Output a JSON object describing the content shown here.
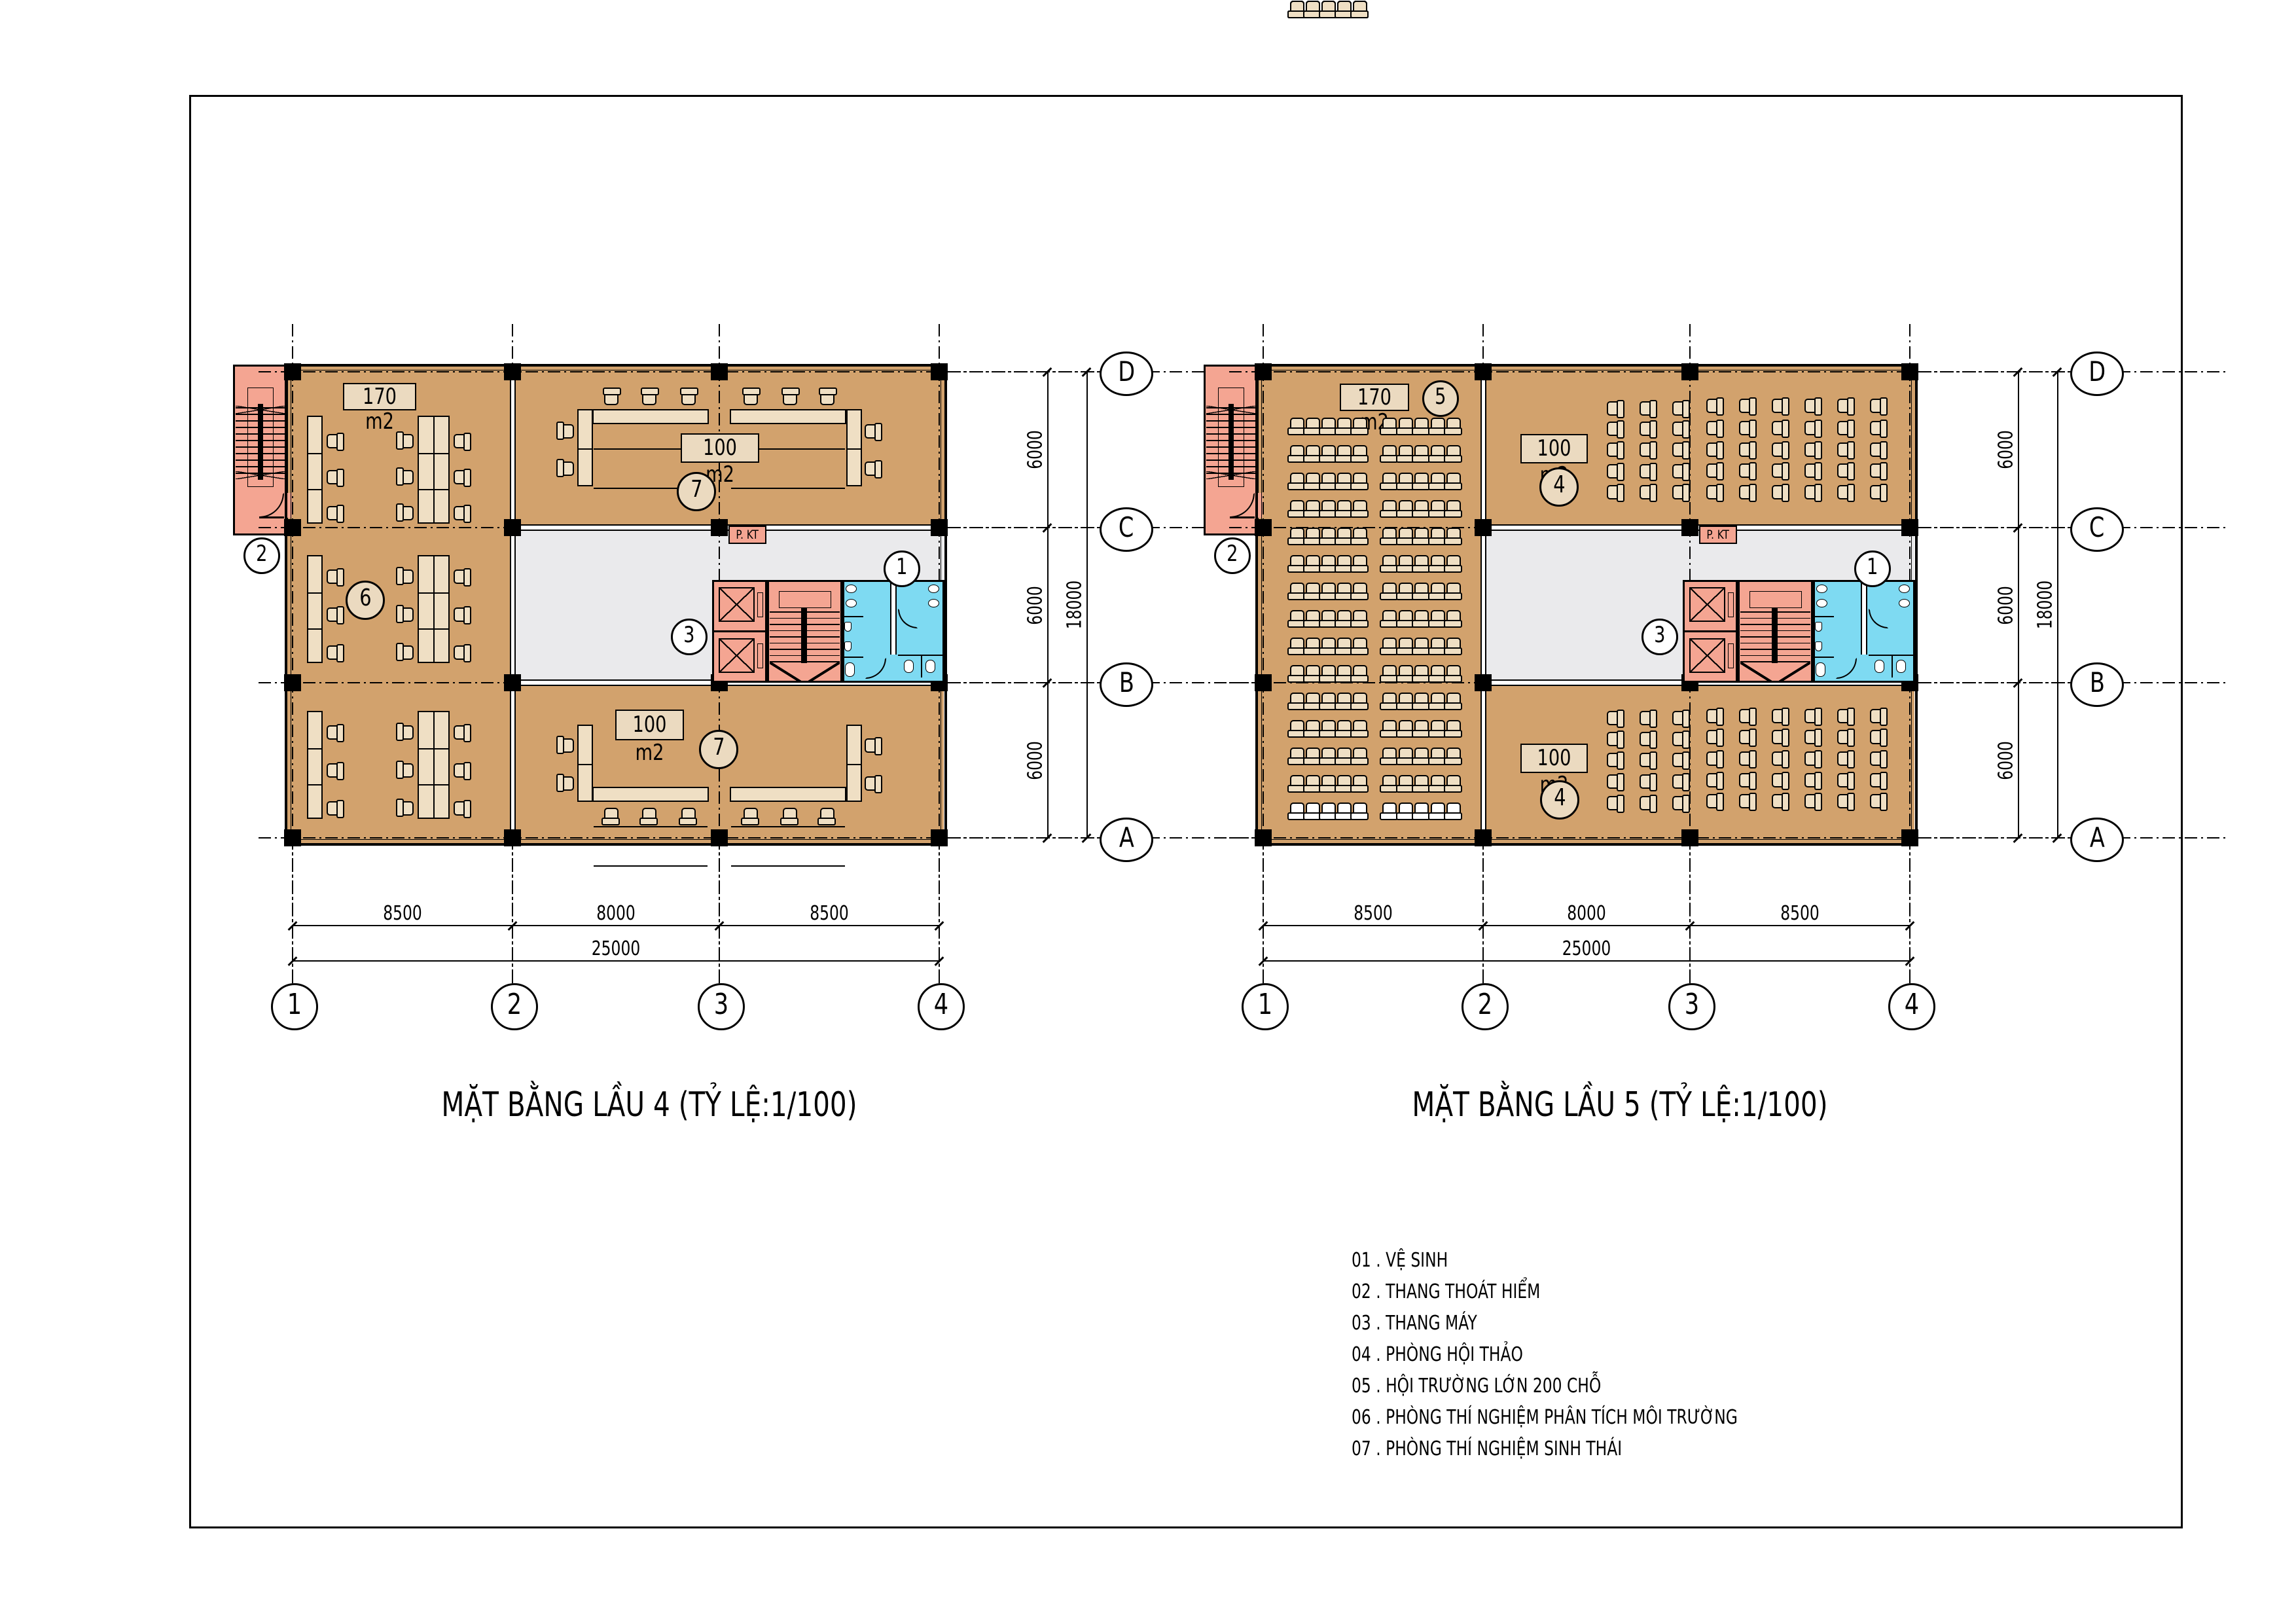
{
  "plans": [
    {
      "id": "floor4",
      "title": "MẶT BẰNG LẦU 4 (TỶ LỆ:1/100)",
      "labels": {
        "big_room_area": "170 m2",
        "mid_room_area": "100 m2",
        "bottom_room_area": "100 m2",
        "stair_circle": "2",
        "lab_circle": "6",
        "top_room_circle": "7",
        "bottom_room_circle": "7",
        "wc_circle": "1",
        "lift_circle": "3",
        "pkt": "P. KT"
      }
    },
    {
      "id": "floor5",
      "title": "MẶT BẰNG LẦU 5 (TỶ LỆ:1/100)",
      "labels": {
        "big_room_area": "170 m2",
        "mid_room_area": "100 m2",
        "bottom_room_area": "100 m2",
        "stair_circle": "2",
        "hall_circle": "5",
        "top_room_circle": "4",
        "bottom_room_circle": "4",
        "wc_circle": "1",
        "lift_circle": "3",
        "pkt": "P. KT"
      }
    }
  ],
  "grid": {
    "cols": [
      "1",
      "2",
      "3",
      "4"
    ],
    "rows": [
      "D",
      "C",
      "B",
      "A"
    ],
    "col_dims": [
      "8500",
      "8000",
      "8500"
    ],
    "total_width": "25000",
    "row_dims": [
      "6000",
      "6000",
      "6000"
    ],
    "total_height": "18000"
  },
  "legend": {
    "items": [
      "01 . VỆ SINH",
      "02 . THANG THOÁT HIỂM",
      "03 . THANG MÁY",
      "04 . PHÒNG HỘI THẢO",
      "05 . HỘI TRƯỜNG LỚN 200 CHỖ",
      "06 . PHÒNG THÍ NGHIỆM PHÂN TÍCH MÔI TRƯỜNG",
      "07 . PHÒNG THÍ NGHIỆM SINH THÁI"
    ]
  },
  "colors": {
    "room": "#D2A26D",
    "furniture": "#EFDFC4",
    "label_box": "#EBDAC0",
    "stair_pink": "#F4A592",
    "toilet_cyan": "#7EDAF2",
    "corridor_gray": "#EAEAEC",
    "line": "#000000",
    "bg": "#FFFFFF"
  }
}
